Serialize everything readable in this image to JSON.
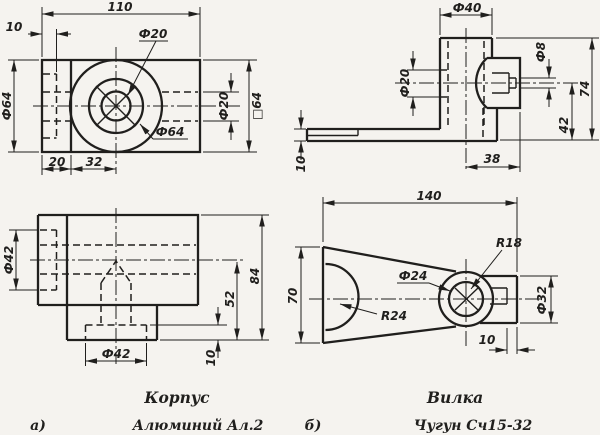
{
  "page": {
    "background": "#f5f3ef",
    "ink": "#201f1d",
    "description": "GOST engineering drawing of two cast parts with orthographic views and dimensions"
  },
  "captions": {
    "part_a_letter": "а)",
    "part_a_name": "Корпус",
    "part_a_material": "Алюминий Ал.2",
    "part_b_letter": "б)",
    "part_b_name": "Вилка",
    "part_b_material": "Чугун Сч15-32"
  },
  "korpus_top_view": {
    "dim_length": "110",
    "dim_offset": "10",
    "dim_hole_leader": "Ф20",
    "dim_boss_leader": "Ф64",
    "dim_height": "Ф64",
    "dim_hole_side": "Ф20",
    "dim_square": "□64",
    "dim_seg1": "20",
    "dim_seg2": "32"
  },
  "korpus_front_view": {
    "dim_counterbore": "Ф42",
    "dim_total_height": "84",
    "dim_axis_height": "52",
    "dim_recess_depth": "10",
    "dim_boss_width": "Ф42"
  },
  "vilka_side_view": {
    "dim_cylinder": "Ф40",
    "dim_bore": "Ф20",
    "dim_lug_hole": "Ф8",
    "dim_total_height": "74",
    "dim_axis_height": "42",
    "dim_lug_offset": "38",
    "dim_plate_thickness": "10"
  },
  "vilka_plan_view": {
    "dim_length": "140",
    "dim_boss_radius": "R18",
    "dim_hole": "Ф24",
    "dim_notch_radius": "R24",
    "dim_width": "70",
    "dim_stem": "Ф32",
    "dim_tip_length": "10"
  }
}
